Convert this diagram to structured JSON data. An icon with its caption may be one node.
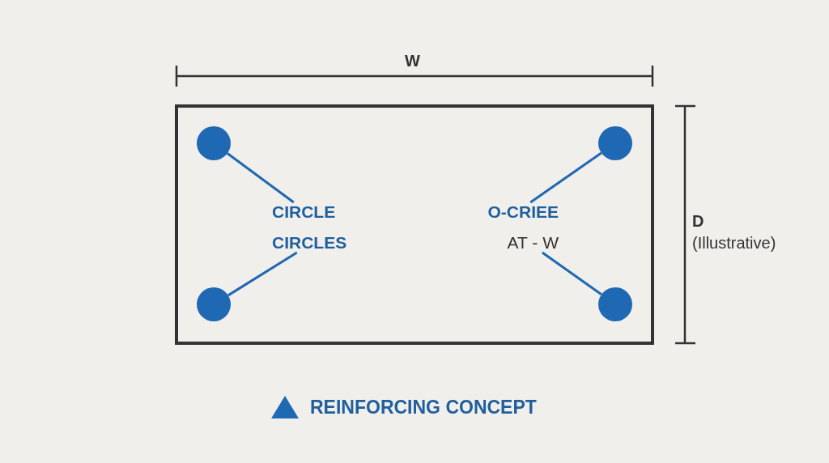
{
  "diagram": {
    "nodes": [
      {
        "text": [],
        "shape": "box"
      },
      {
        "text": [],
        "shape": "circle",
        "in": 0
      },
      {
        "text": [],
        "shape": "circle",
        "in": 0
      },
      {
        "text": [
          "CIRCLE"
        ],
        "in": 0
      },
      {
        "text": [
          "O-CRIEE"
        ],
        "in": 0
      },
      {
        "text": [
          "CIRCLES"
        ],
        "in": 0
      },
      {
        "text": [
          "AT - W"
        ],
        "in": 0
      },
      {
        "text": [],
        "shape": "circle",
        "in": 0
      },
      {
        "text": [],
        "shape": "circle",
        "in": 0
      }
    ],
    "edges": [
      {
        "from": 3,
        "to": 1,
        "arrow": "none"
      },
      {
        "from": 4,
        "to": 2,
        "arrow": "none"
      },
      {
        "from": 5,
        "to": 7,
        "arrow": "none"
      },
      {
        "from": 6,
        "to": 8,
        "arrow": "none"
      }
    ],
    "labels": [
      "W",
      "D",
      "(Illustrative)"
    ],
    "legend": [
      {
        "text": "REINFORCING CONCEPT"
      }
    ]
  }
}
